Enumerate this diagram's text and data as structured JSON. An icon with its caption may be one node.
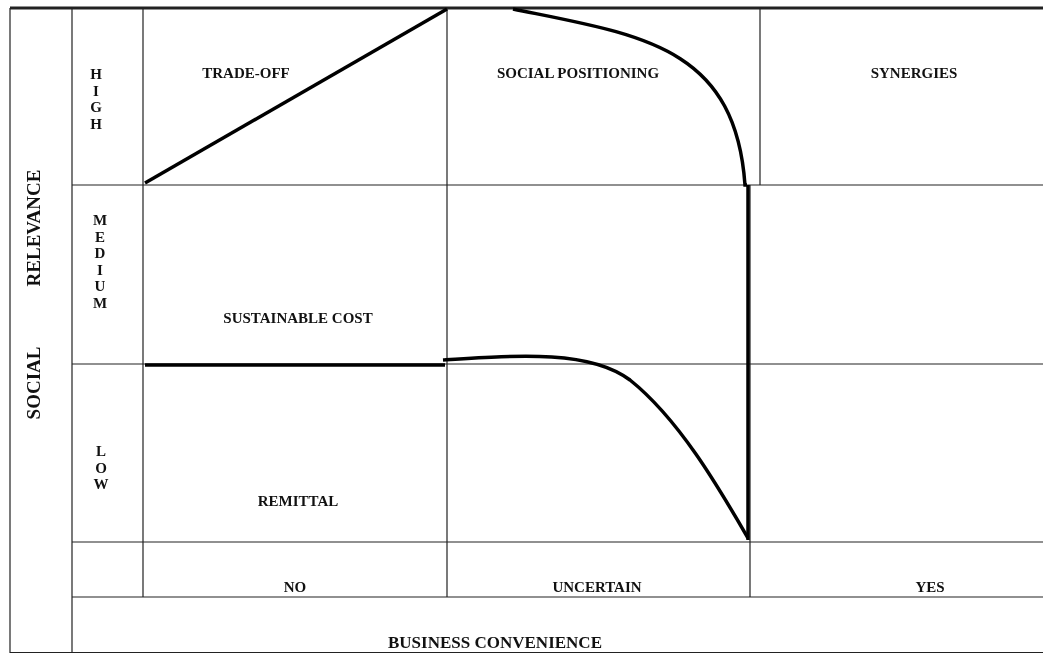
{
  "diagram": {
    "labels": [
      "SOCIAL",
      "RELEVANCE",
      "HIGH",
      "MEDIUM",
      "LOW",
      "TRADE-OFF",
      "SOCIAL POSITIONING",
      "SYNERGIES",
      "SUSTAINABLE COST",
      "REMITTAL",
      "NO",
      "UNCERTAIN",
      "YES",
      "BUSINESS CONVENIENCE"
    ]
  }
}
